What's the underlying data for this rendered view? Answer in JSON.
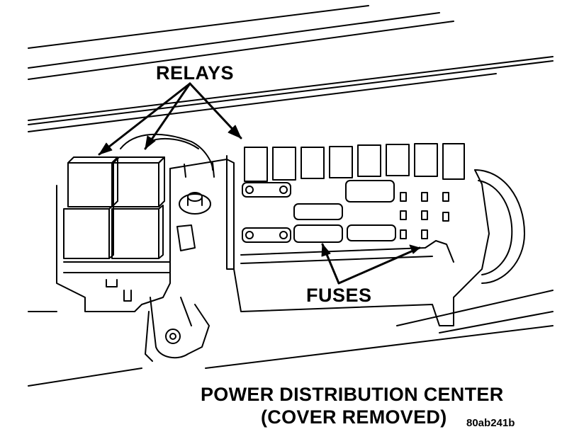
{
  "callouts": {
    "relays": "RELAYS",
    "fuses": "FUSES"
  },
  "caption": {
    "line1": "POWER DISTRIBUTION CENTER",
    "line2": "(COVER REMOVED)"
  },
  "figure_id": "80ab241b",
  "colors": {
    "ink": "#000000",
    "paper": "#ffffff"
  }
}
